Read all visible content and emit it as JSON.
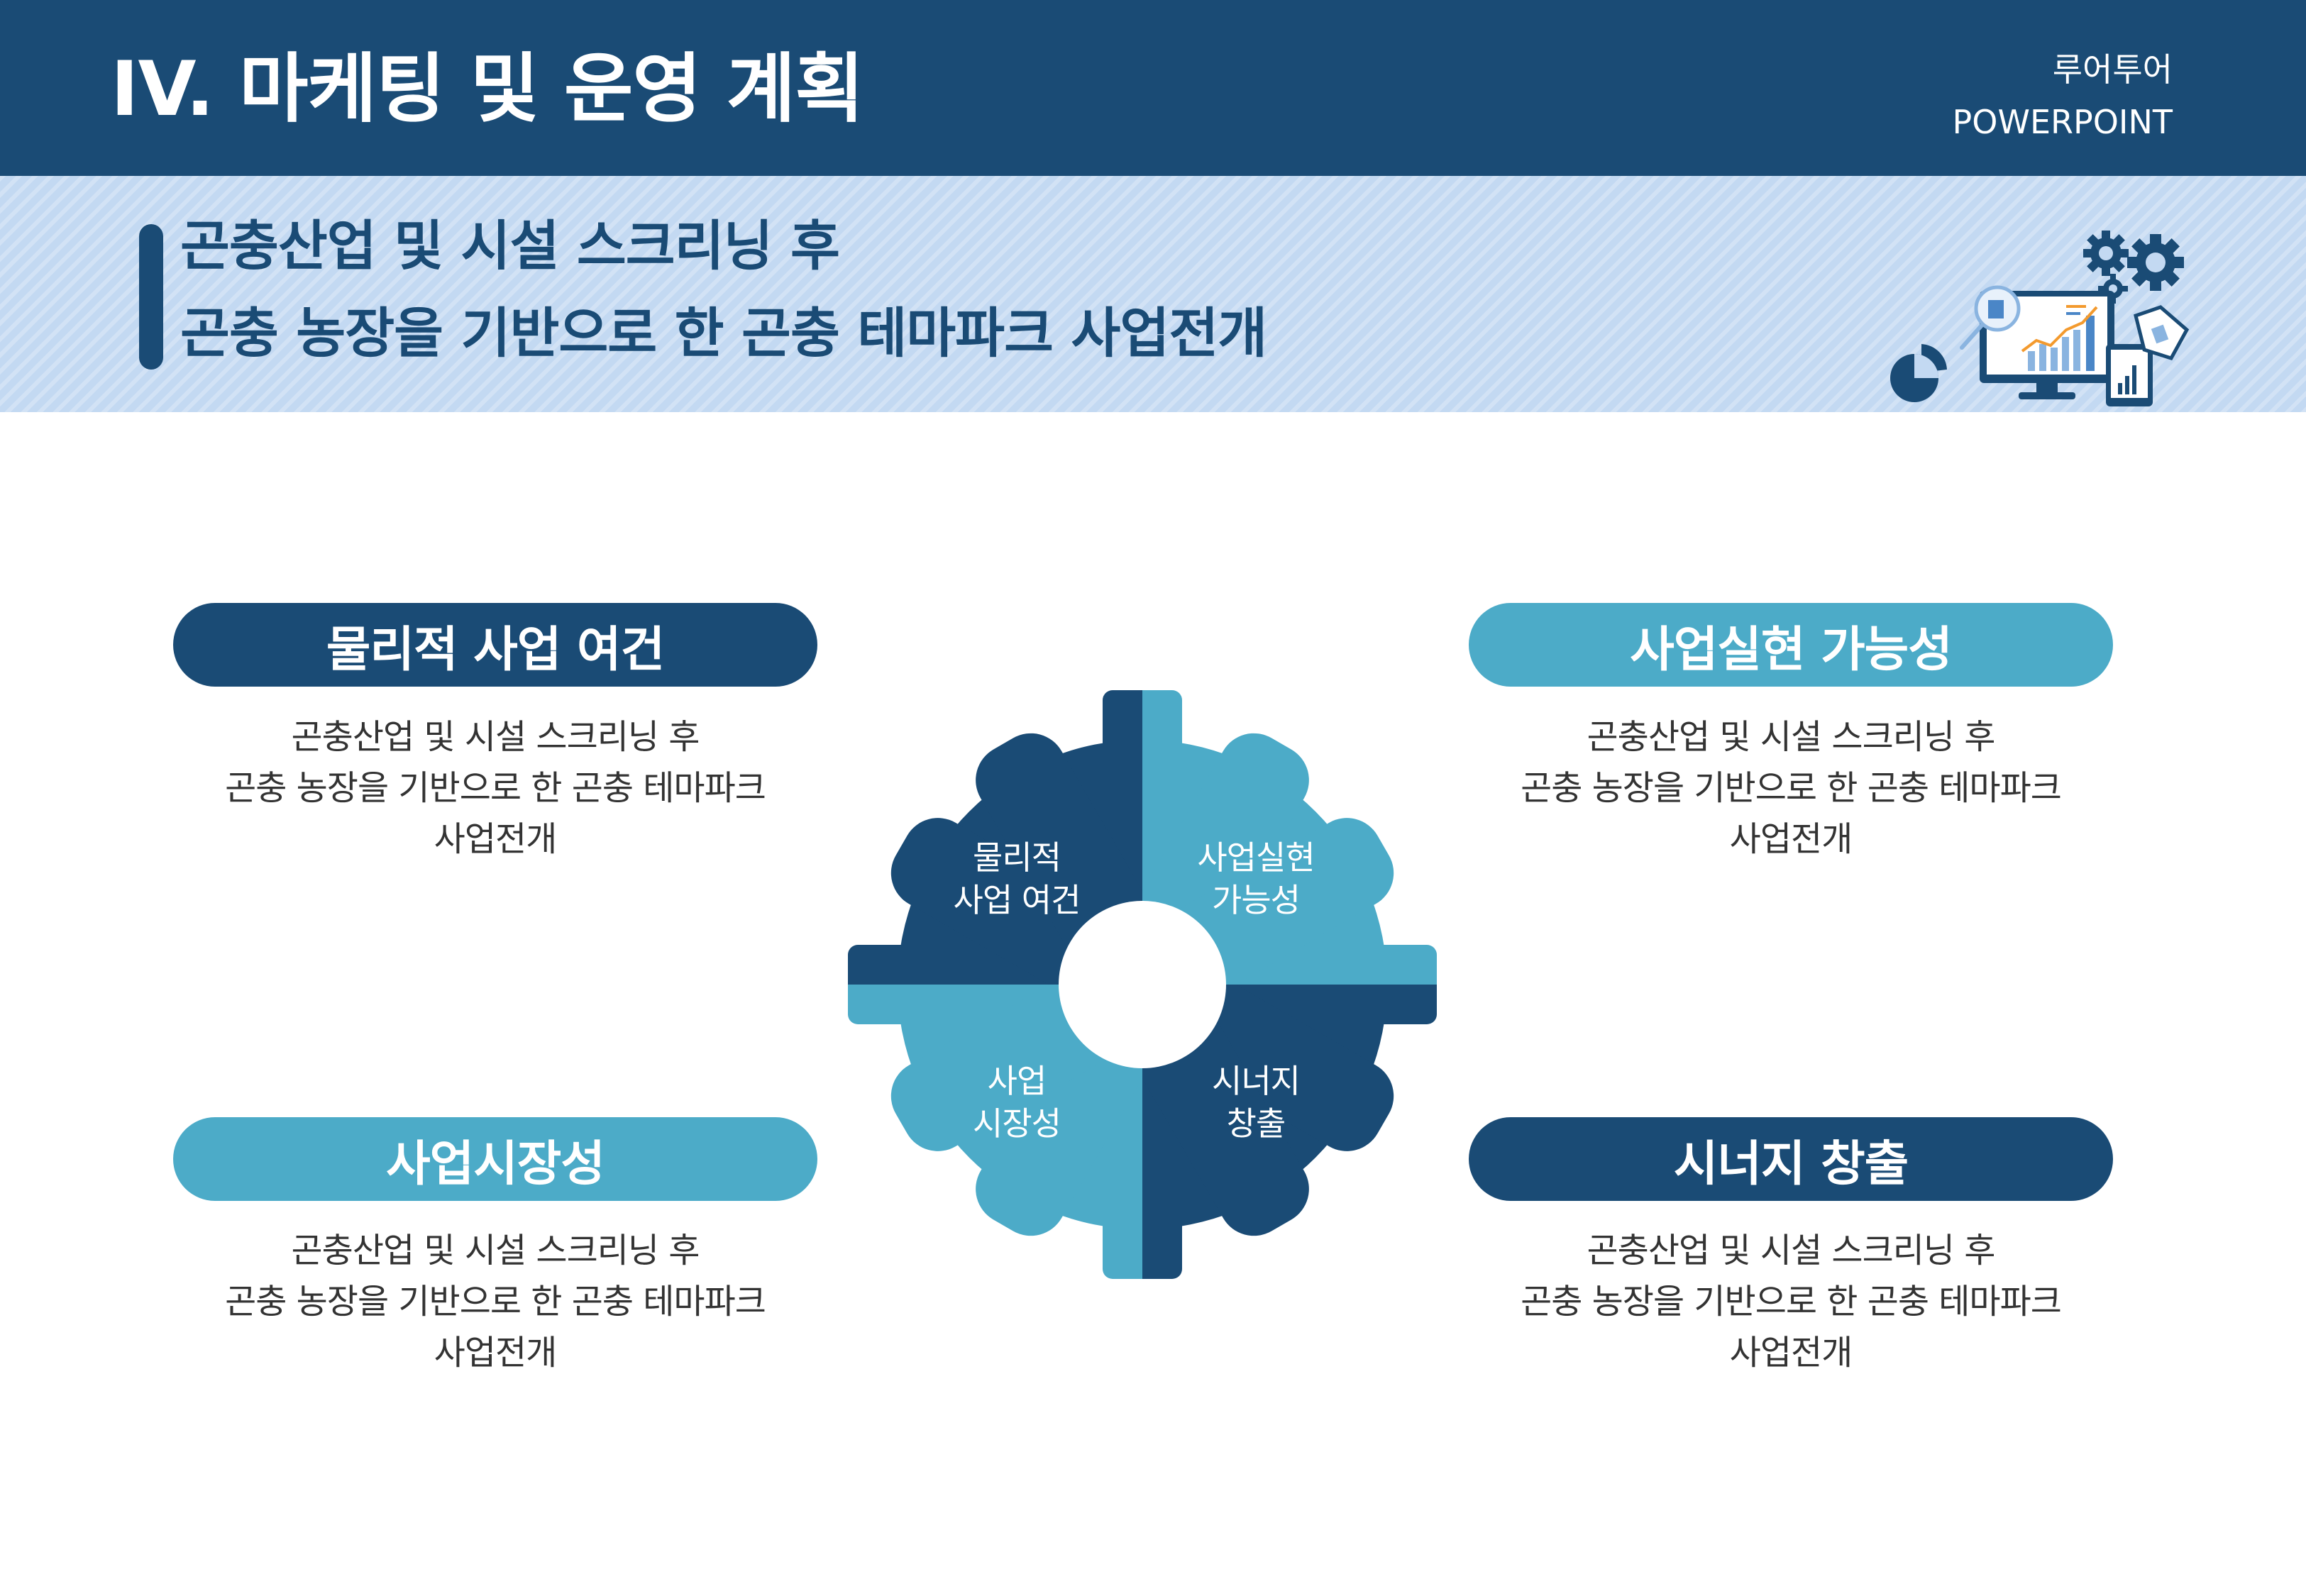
{
  "header": {
    "title": "IV. 마케팅 및 운영 계획",
    "brand_line1": "루어투어",
    "brand_line2": "POWERPOINT"
  },
  "subheading": {
    "line1": "곤충산업 및 시설 스크리닝 후",
    "line2": "곤충 농장을 기반으로 한 곤충 테마파크 사업전개"
  },
  "illustration_icons": [
    "gear-icon",
    "gear-icon",
    "magnifier-icon",
    "monitor-chart-icon",
    "pie-chart-icon",
    "tablet-icon",
    "document-icon"
  ],
  "colors": {
    "dark": "#1a4b75",
    "light": "#4cabc8",
    "band": "#c3d9f2"
  },
  "sections": [
    {
      "title": "물리적 사업 여건",
      "desc": [
        "곤충산업 및 시설 스크리닝 후",
        "곤충 농장을 기반으로 한 곤충 테마파크",
        "사업전개"
      ]
    },
    {
      "title": "사업실현 가능성",
      "desc": [
        "곤충산업 및 시설 스크리닝 후",
        "곤충 농장을 기반으로 한 곤충 테마파크",
        "사업전개"
      ]
    },
    {
      "title": "사업시장성",
      "desc": [
        "곤충산업 및 시설 스크리닝 후",
        "곤충 농장을 기반으로 한 곤충 테마파크",
        "사업전개"
      ]
    },
    {
      "title": "시너지 창출",
      "desc": [
        "곤충산업 및 시설 스크리닝 후",
        "곤충 농장을 기반으로 한 곤충 테마파크",
        "사업전개"
      ]
    }
  ],
  "gear": {
    "top_left": [
      "물리적",
      "사업 여건"
    ],
    "top_right": [
      "사업실현",
      "가능성"
    ],
    "bottom_left": [
      "사업",
      "시장성"
    ],
    "bottom_right": [
      "시너지",
      "창출"
    ]
  }
}
